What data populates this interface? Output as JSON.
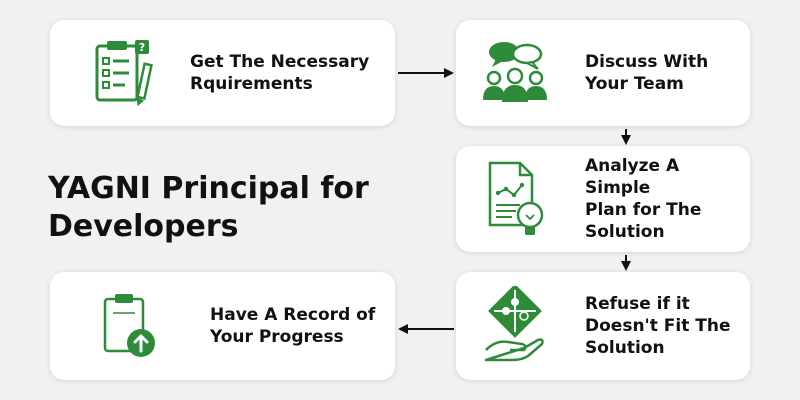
{
  "title": "YAGNI Principal for\nDevelopers",
  "colors": {
    "accent": "#2e8b3a",
    "card": "#ffffff",
    "background": "#f1f1f1"
  },
  "steps": [
    {
      "label": "Get The Necessary\nRquirements",
      "icon": "clipboard-checklist-icon"
    },
    {
      "label": "Discuss With\nYour Team",
      "icon": "team-discussion-icon"
    },
    {
      "label": "Analyze A Simple\nPlan for The\nSolution",
      "icon": "document-lightbulb-icon"
    },
    {
      "label": "Refuse if it\nDoesn't Fit The\nSolution",
      "icon": "puzzle-hand-icon"
    },
    {
      "label": "Have A Record of\nYour Progress",
      "icon": "clipboard-upload-icon"
    }
  ]
}
